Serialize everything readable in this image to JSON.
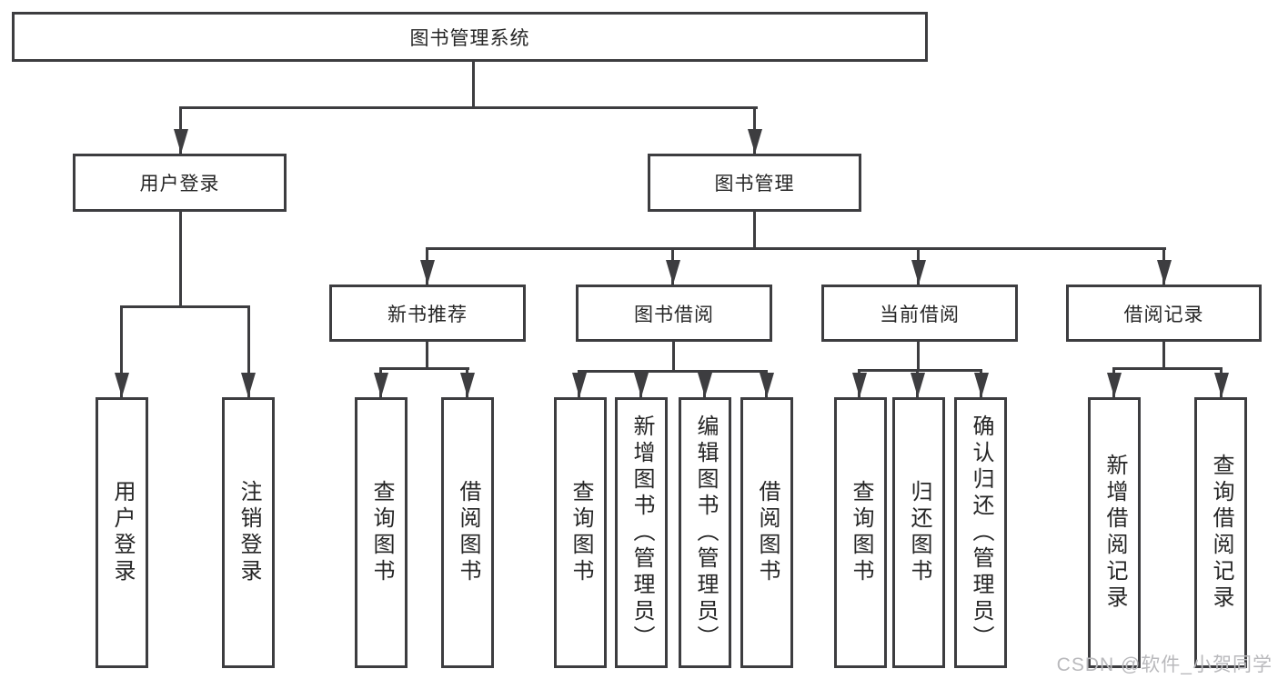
{
  "tree": {
    "root": {
      "label": "图书管理系统"
    },
    "children": [
      {
        "label": "用户登录",
        "children": [
          {
            "label": "用户登录"
          },
          {
            "label": "注销登录"
          }
        ]
      },
      {
        "label": "图书管理",
        "children": [
          {
            "label": "新书推荐",
            "children": [
              {
                "label": "查询图书"
              },
              {
                "label": "借阅图书"
              }
            ]
          },
          {
            "label": "图书借阅",
            "children": [
              {
                "label": "查询图书"
              },
              {
                "label": "新增图书（管理员）"
              },
              {
                "label": "编辑图书（管理员）"
              },
              {
                "label": "借阅图书"
              }
            ]
          },
          {
            "label": "当前借阅",
            "children": [
              {
                "label": "查询图书"
              },
              {
                "label": "归还图书"
              },
              {
                "label": "确认归还（管理员）"
              }
            ]
          },
          {
            "label": "借阅记录",
            "children": [
              {
                "label": "新增借阅记录"
              },
              {
                "label": "查询借阅记录"
              }
            ]
          }
        ]
      }
    ]
  },
  "watermark": {
    "text": "CSDN @软件_小贺同学"
  },
  "colors": {
    "line": "#3d3d40",
    "text": "#262626",
    "node_fill": "#ffffff",
    "watermark": "#b9b9bc",
    "background": "#ffffff"
  }
}
